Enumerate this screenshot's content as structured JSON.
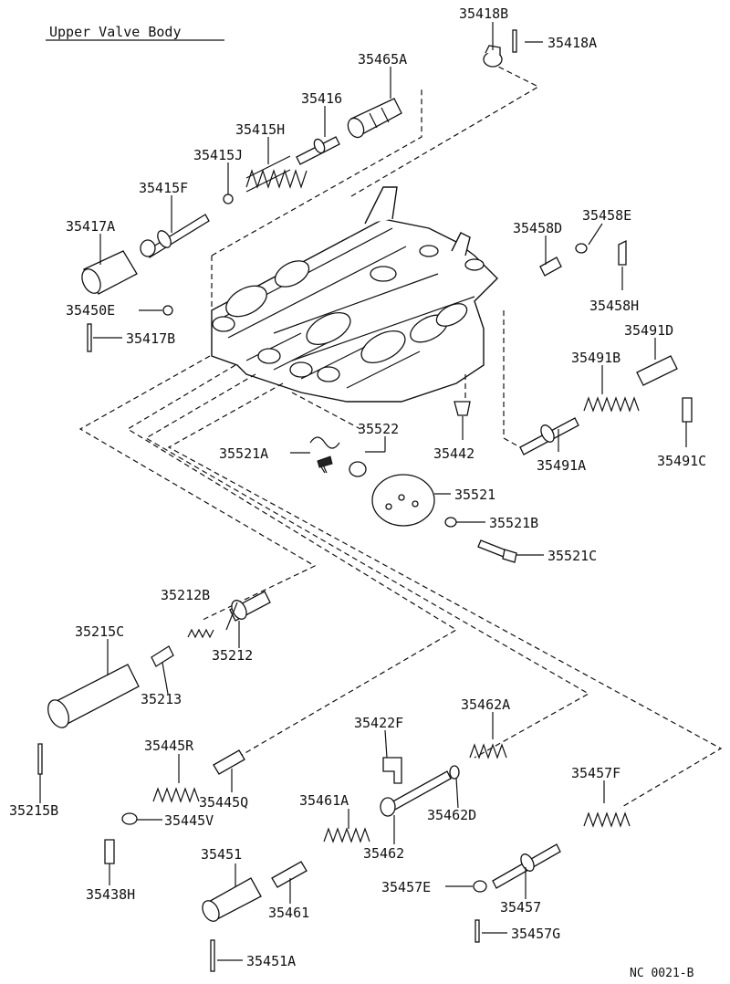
{
  "title": "Upper Valve Body",
  "footer_code": "NC 0021-B",
  "labels": {
    "l_35418B": "35418B",
    "l_35418A": "35418A",
    "l_35465A": "35465A",
    "l_35416": "35416",
    "l_35415H": "35415H",
    "l_35415J": "35415J",
    "l_35415F": "35415F",
    "l_35417A": "35417A",
    "l_35450E": "35450E",
    "l_35417B": "35417B",
    "l_35458D": "35458D",
    "l_35458E": "35458E",
    "l_35458H": "35458H",
    "l_35491D": "35491D",
    "l_35491B": "35491B",
    "l_35491A": "35491A",
    "l_35491C": "35491C",
    "l_35442": "35442",
    "l_35522": "35522",
    "l_35521A": "35521A",
    "l_35521": "35521",
    "l_35521B": "35521B",
    "l_35521C": "35521C",
    "l_35212B": "35212B",
    "l_35212": "35212",
    "l_35215C": "35215C",
    "l_35213": "35213",
    "l_35215B": "35215B",
    "l_35445R": "35445R",
    "l_35445Q": "35445Q",
    "l_35445V": "35445V",
    "l_35438H": "35438H",
    "l_35422F": "35422F",
    "l_35462A": "35462A",
    "l_35461A": "35461A",
    "l_35462": "35462",
    "l_35462D": "35462D",
    "l_35457F": "35457F",
    "l_35451": "35451",
    "l_35461": "35461",
    "l_35457E": "35457E",
    "l_35457": "35457",
    "l_35457G": "35457G",
    "l_35451A": "35451A"
  }
}
